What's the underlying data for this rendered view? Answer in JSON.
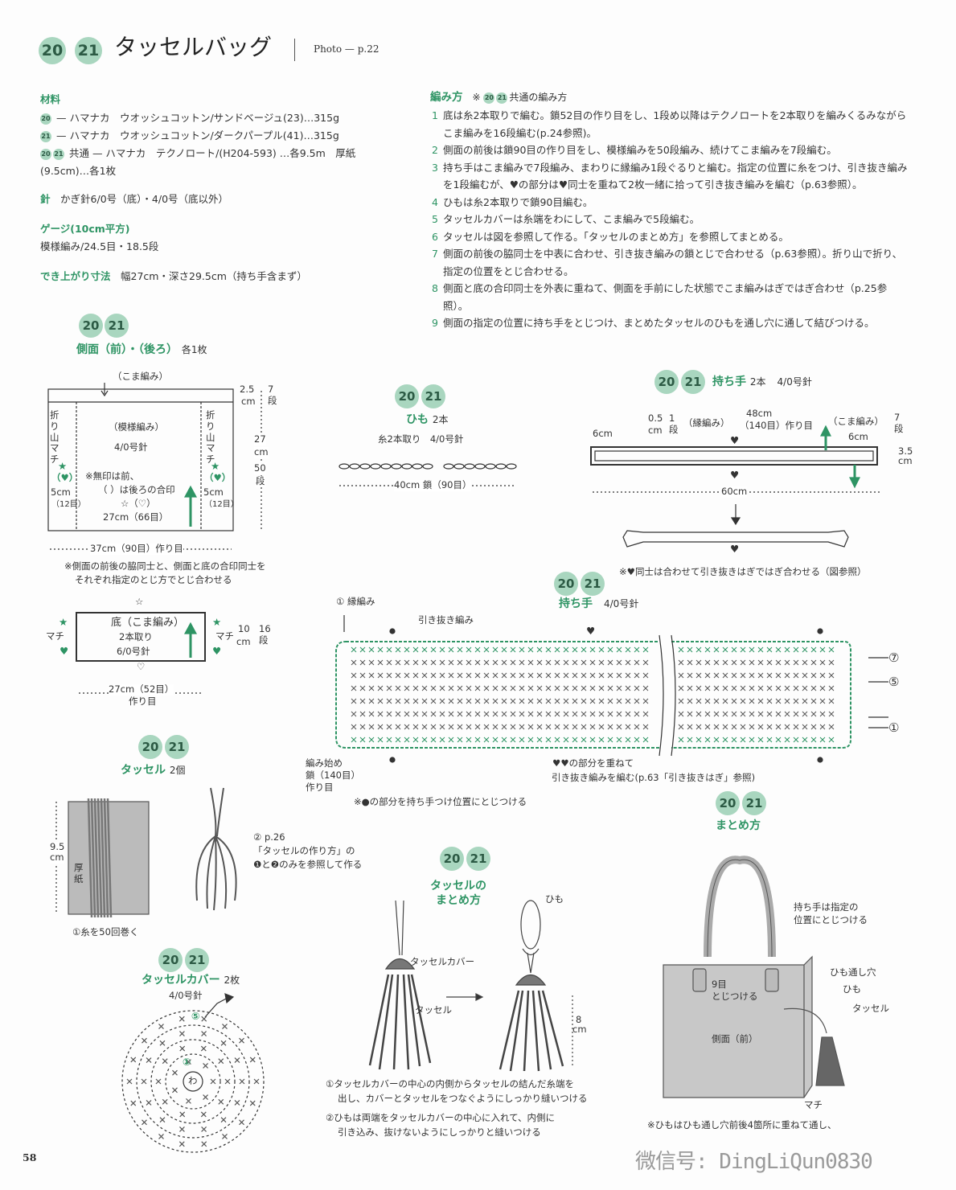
{
  "header": {
    "num1": "20",
    "num2": "21",
    "title": "タッセルバッグ",
    "photo": "Photo — p.22"
  },
  "materials": {
    "heading": "材料",
    "lines": [
      {
        "badge": "20",
        "text": "— ハマナカ　ウオッシュコットン/サンドベージュ(23)…315g"
      },
      {
        "badge": "21",
        "text": "— ハマナカ　ウオッシュコットン/ダークパープル(41)…315g"
      },
      {
        "badge": "20",
        "badge2": "21",
        "text": "共通 — ハマナカ　テクノロート/(H204-593) …各9.5m　厚紙"
      }
    ],
    "continuation": "(9.5cm)…各1枚"
  },
  "needle": {
    "label": "針",
    "text": "かぎ針6/0号（底）・4/0号（底以外）"
  },
  "gauge": {
    "heading": "ゲージ(10cm平方)",
    "text": "模様編み/24.5目・18.5段"
  },
  "size": {
    "label": "でき上がり寸法",
    "text": "幅27cm・深さ29.5cm（持ち手含まず）"
  },
  "instructions": {
    "heading": "編み方",
    "note_prefix": "※",
    "badge1": "20",
    "badge2": "21",
    "note_suffix": "共通の編み方",
    "steps": [
      {
        "n": "1",
        "text": "底は糸2本取りで編む。鎖52目の作り目をし、1段め以降はテクノロートを2本取りを編みくるみながらこま編みを16段編む(p.24参照)。"
      },
      {
        "n": "2",
        "text": "側面の前後は鎖90目の作り目をし、模様編みを50段編み、続けてこま編みを7段編む。"
      },
      {
        "n": "3",
        "text": "持ち手はこま編みで7段編み、まわりに縁編み1段ぐるりと編む。指定の位置に糸をつけ、引き抜き編みを1段編むが、♥の部分は♥同士を重ねて2枚一緒に拾って引き抜き編みを編む（p.63参照）。"
      },
      {
        "n": "4",
        "text": "ひもは糸2本取りで鎖90目編む。"
      },
      {
        "n": "5",
        "text": "タッセルカバーは糸端をわにして、こま編みで5段編む。"
      },
      {
        "n": "6",
        "text": "タッセルは図を参照して作る。「タッセルのまとめ方」を参照してまとめる。"
      },
      {
        "n": "7",
        "text": "側面の前後の脇同士を中表に合わせ、引き抜き編みの鎖とじで合わせる（p.63参照）。折り山で折り、指定の位置をとじ合わせる。"
      },
      {
        "n": "8",
        "text": "側面と底の合印同士を外表に重ねて、側面を手前にした状態でこま編みはぎではぎ合わせ（p.25参照）。"
      },
      {
        "n": "9",
        "text": "側面の指定の位置に持ち手をとじつけ、まとめたタッセルのひもを通し穴に通して結びつける。"
      }
    ]
  },
  "side": {
    "b1": "20",
    "b2": "21",
    "title": "側面（前）・（後ろ）",
    "count": "各1枚",
    "top": "（こま編み）",
    "pattern": "（模様編み）",
    "needle": "4/0号針",
    "note1": "※無印は前、",
    "note2": "（ ）は後ろの合印",
    "mark": "☆（♡）",
    "width_inner": "27cm（66目）",
    "width": "37cm（90目）作り目",
    "fold": "折り山マチ",
    "star": "★",
    "heart": "（♥）",
    "edge": "5cm",
    "edge_sts": "（12目）",
    "d1": "2.5",
    "d1u": "cm",
    "d1r": "7段",
    "d2": "27",
    "d2u": "cm",
    "d2r": "50",
    "d2ru": "段",
    "foot1": "※側面の前後の脇同士と、側面と底の合印同士を",
    "foot2": "それぞれ指定のとじ方でとじ合わせる"
  },
  "bottom": {
    "title": "底（こま編み）",
    "line2": "2本取り",
    "needle": "6/0号針",
    "machi": "マチ",
    "star_top": "☆",
    "heart_bottom": "♡",
    "h": "10",
    "hu": "cm",
    "rows": "16段",
    "w1": "27cm（52目）",
    "w2": "作り目"
  },
  "string": {
    "b1": "20",
    "b2": "21",
    "title": "ひも",
    "count": "2本",
    "sub": "糸2本取り　4/0号針",
    "dim": "40cm 鎖（90目）"
  },
  "handle": {
    "b1": "20",
    "b2": "21",
    "title": "持ち手",
    "count": "2本",
    "needle": "4/0号針",
    "edge_w": "0.5",
    "edge_u": "cm",
    "edge_r": "1段",
    "edge_l": "（縁編み）",
    "len": "48cm",
    "len2": "（140目）作り目",
    "sc": "（こま編み）",
    "sc_r": "7段",
    "left": "6cm",
    "right": "6cm",
    "h": "3.5",
    "hu": "cm",
    "total": "60cm",
    "note": "※♥同士は合わせて引き抜きはぎではぎ合わせる（図参照）"
  },
  "chart": {
    "b1": "20",
    "b2": "21",
    "title": "持ち手",
    "needle": "4/0号針",
    "edge": "① 縁編み",
    "slip": "引き抜き編み",
    "start1": "編み始め",
    "start2": "鎖（140目）",
    "start3": "作り目",
    "heart1": "♥の部分を重ねて",
    "heart2": "引き抜き編みを編む(p.63「引き抜きはぎ」参照)",
    "note": "※●の部分を持ち手つけ位置にとじつける",
    "r7": "⑦",
    "r5": "⑤",
    "r1": "①"
  },
  "tassel": {
    "b1": "20",
    "b2": "21",
    "title": "タッセル",
    "count": "2個",
    "h": "9.5",
    "hu": "cm",
    "card": "厚紙",
    "wind": "①糸を50回巻く",
    "ref1": "② p.26",
    "ref2": "「タッセルの作り方」の",
    "ref3": "❶と❷のみを参照して作る"
  },
  "cover": {
    "b1": "20",
    "b2": "21",
    "title": "タッセルカバー",
    "count": "2枚",
    "needle": "4/0号針",
    "r5": "⑤",
    "r1": "①",
    "ring": "わ"
  },
  "assembly_tassel": {
    "b1": "20",
    "b2": "21",
    "title1": "タッセルの",
    "title2": "まとめ方",
    "himo": "ひも",
    "cover": "タッセルカバー",
    "tassel": "タッセル",
    "len": "8",
    "lenu": "cm",
    "note1a": "①タッセルカバーの中心の内側からタッセルの結んだ糸端を",
    "note1b": "出し、カバーとタッセルをつなぐようにしっかり縫いつける",
    "note2a": "②ひもは両端をタッセルカバーの中心に入れて、内側に",
    "note2b": "引き込み、抜けないようにしっかりと縫いつける"
  },
  "finish": {
    "b1": "20",
    "b2": "21",
    "title": "まとめ方",
    "handle1": "持ち手は指定の",
    "handle2": "位置にとじつける",
    "sts": "9目",
    "attach": "とじつける",
    "hole": "ひも通し穴",
    "himo": "ひも",
    "tassel": "タッセル",
    "front": "側面（前）",
    "machi": "マチ",
    "note": "※ひもはひも通し穴前後4箇所に重ねて通し、"
  },
  "page_number": "58",
  "watermark": "微信号: DingLiQun0830",
  "colors": {
    "accent": "#2e9464",
    "badge": "#a9d6bf"
  }
}
